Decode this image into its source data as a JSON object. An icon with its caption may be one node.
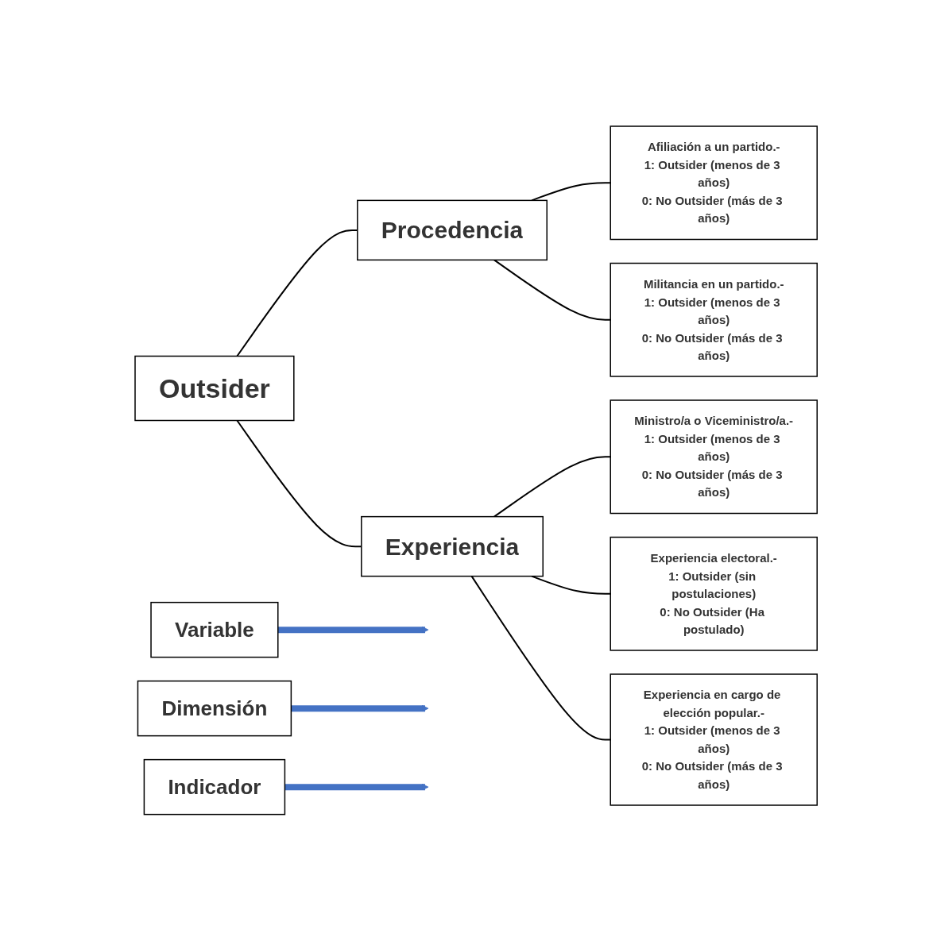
{
  "diagram": {
    "nodes": [
      {
        "text": [
          "Variable"
        ]
      },
      {
        "text": [
          "Dimensión"
        ]
      },
      {
        "text": [
          "Indicador"
        ]
      },
      {
        "text": [
          "Outsider"
        ]
      },
      {
        "text": [
          "Procedencia"
        ]
      },
      {
        "text": [
          "Afiliación a un partido.-",
          "1: Outsider (menos de 3 años)",
          "0: No Outsider (más de 3 años)"
        ]
      },
      {
        "text": [
          "Militancia en un partido.-",
          "1: Outsider (menos de 3 años)",
          "0: No Outsider (más de 3 años)"
        ]
      },
      {
        "text": [
          "Experiencia"
        ]
      },
      {
        "text": [
          "Ministro/a o Viceministro/a.-",
          "1: Outsider (menos de 3 años)",
          "0: No Outsider (más de 3 años)"
        ]
      },
      {
        "text": [
          "Experiencia electoral.-",
          "1: Outsider (sin postulaciones)",
          "0: No Outsider (Ha postulado)"
        ]
      },
      {
        "text": [
          "Experiencia en cargo de elección popular.-",
          "1: Outsider (menos de 3 años)",
          "0: No Outsider (más de 3 años)"
        ]
      }
    ],
    "edges": [
      {
        "from": 0,
        "to": null,
        "arrow": "to",
        "style": "thick",
        "color": "#4472c4"
      },
      {
        "from": 1,
        "to": null,
        "arrow": "to",
        "style": "thick",
        "color": "#4472c4"
      },
      {
        "from": 2,
        "to": null,
        "arrow": "to",
        "style": "thick",
        "color": "#4472c4"
      },
      {
        "from": 3,
        "to": 4,
        "arrow": "none"
      },
      {
        "from": 3,
        "to": 7,
        "arrow": "none"
      },
      {
        "from": 4,
        "to": 5,
        "arrow": "none"
      },
      {
        "from": 4,
        "to": 6,
        "arrow": "none"
      },
      {
        "from": 7,
        "to": 8,
        "arrow": "none"
      },
      {
        "from": 7,
        "to": 9,
        "arrow": "none"
      },
      {
        "from": 7,
        "to": 10,
        "arrow": "none"
      }
    ]
  }
}
